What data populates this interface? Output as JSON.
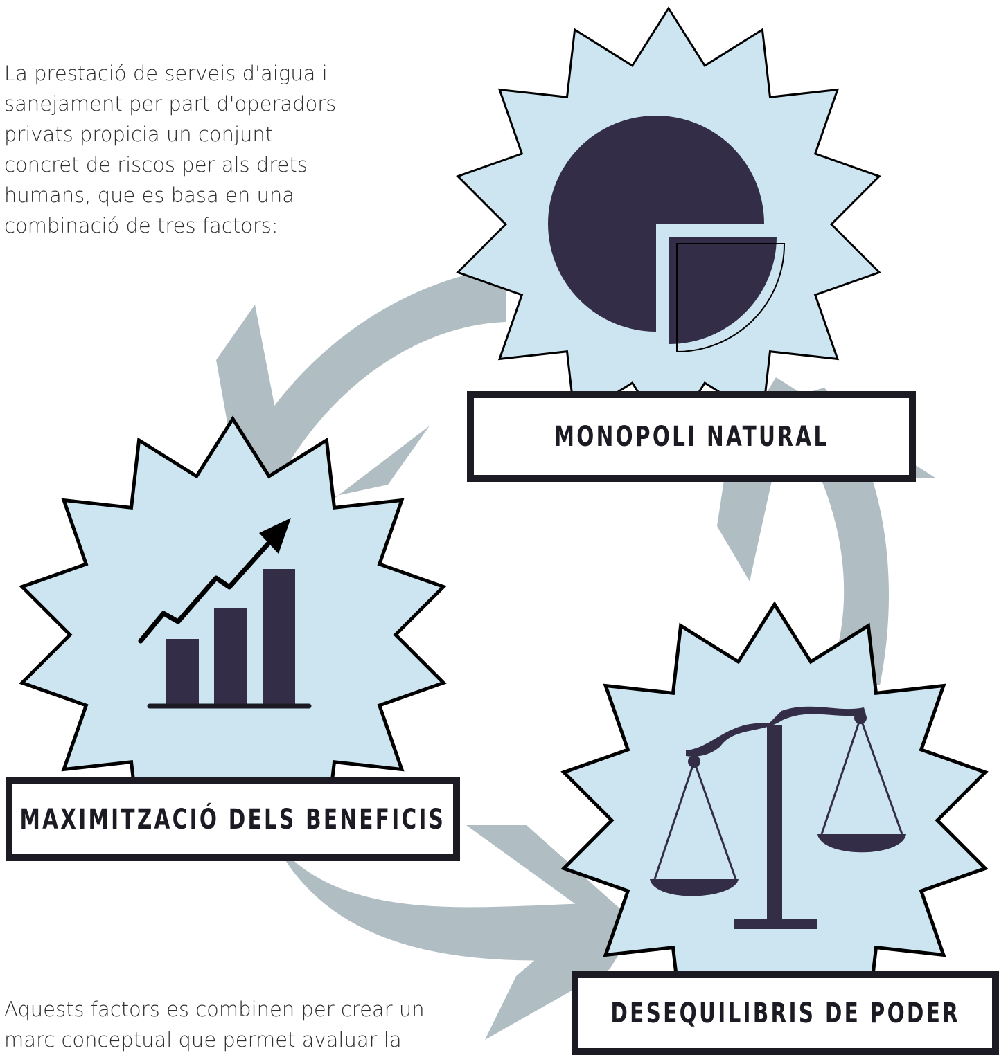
{
  "intro_text": "La prestació de serveis d'aigua i sanejament per part d'operadors privats propicia un conjunt concret de riscos per als drets humans, que es basa en una combinació de tres factors:",
  "outro_text": "Aquests factors es combinen per crear un marc conceptual que permet avaluar la",
  "nodes": {
    "monopoli": {
      "label": "MONOPOLI NATURAL",
      "icon": "pie-chart-icon"
    },
    "maximitzacio": {
      "label": "MAXIMITZACIÓ DELS BENEFICIS",
      "icon": "growth-bar-chart-icon"
    },
    "desequilibris": {
      "label": "DESEQUILIBRIS DE PODER",
      "icon": "balance-scale-icon"
    }
  },
  "colors": {
    "star_fill": "#cde5f1",
    "dark": "#332d47",
    "arrow": "#b0bec4",
    "outline": "#000000"
  }
}
